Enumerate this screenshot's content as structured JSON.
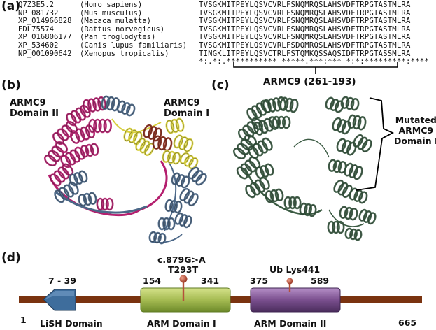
{
  "panels": {
    "a": "(a)",
    "b": "(b)",
    "c": "(c)",
    "d": "(d)"
  },
  "alignment": {
    "rows": [
      {
        "accession": "Q7Z3E5.2",
        "species": "(Homo sapiens)",
        "sequence": "TVSGKMITPEYLQSVCVRLFSNQMRQSLAHSVDFTRPGTASTMLRA"
      },
      {
        "accession": "NP_081732",
        "species": "(Mus musculus)",
        "sequence": "TVSGKMITPEYLQSVCVRLFSNQMRQSLAHSVDFTRPGTASTMLRA"
      },
      {
        "accession": "XP_014966828",
        "species": "(Macaca mulatta)",
        "sequence": "TVSGKMITPEYLQSVCVRLFSNQMRQSLAHSVDFTRPGTASTMLRA"
      },
      {
        "accession": "EDL75574",
        "species": "(Rattus norvegicus)",
        "sequence": "TVSGKMITPEYLQSVCVRLFSNQMRQSLAHSVDFTRPGTASTMLRA"
      },
      {
        "accession": "XP_016806177",
        "species": "(Pan troglodytes)",
        "sequence": "TVSGKMITPEYLQSVCVRLFSNQMRQSLAHSVDFTRPGTASTMLRA"
      },
      {
        "accession": "XP_534602",
        "species": "(Canis lupus familiaris)",
        "sequence": "TVSGKMITPEYLQSVCVRLFSDQMRQSLAHSVDFTRPGTASTMLRA"
      },
      {
        "accession": "NP_001090642",
        "species": "(Xenopus tropicalis)",
        "sequence": "TINGKLITPEYLQSVCTRLFSTQMKQSSAQSIDFTRPGTASSMLRA"
      }
    ],
    "consensus": "*:.*:.*********** *****.***:*** *:*:*********:****",
    "region_label": "ARMC9 (261-193)"
  },
  "structure_b": {
    "domain2_label": "ARMC9\nDomain II",
    "domain1_label": "ARMC9\nDomain I"
  },
  "structure_c": {
    "mutated_label": "Mutated\nARMC9\nDomain I"
  },
  "domain_map": {
    "start": "1",
    "end": "665",
    "lish": {
      "range": "7 - 39",
      "name": "LiSH Domain"
    },
    "arm1": {
      "start": "154",
      "end": "341",
      "name": "ARM Domain I"
    },
    "arm2": {
      "start": "375",
      "end": "589",
      "name": "ARM Domain II"
    },
    "mutation": {
      "line1": "c.879G>A",
      "line2": "T293T"
    },
    "ubiquitin": "Ub Lys441"
  },
  "colors": {
    "backbone": "#7a3310",
    "lish": "#3e6d9c",
    "arm1": "#a5bb52",
    "arm2": "#7a4f8e",
    "pin": "#b5503a",
    "domain2_magenta": "#b41f6e",
    "domain1_yellow": "#d7cf3a",
    "domain1_red": "#8c2d1c",
    "blue_gray": "#4b6787",
    "green_dark": "#3a5a42"
  }
}
